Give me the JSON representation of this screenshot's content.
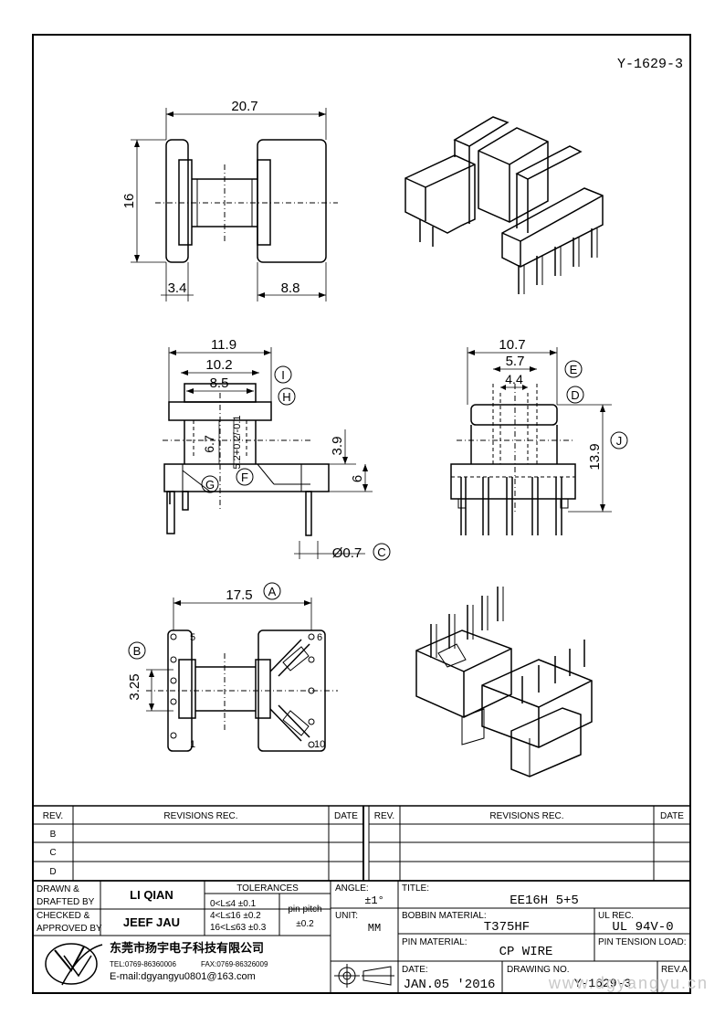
{
  "drawing_id": "Y-1629-3",
  "dimensions": {
    "top_width": "20.7",
    "top_height": "16",
    "top_left_w": "3.4",
    "top_right_w": "8.8",
    "front_w1": "11.9",
    "front_w2": "10.2",
    "front_w3": "8.5",
    "front_v1": "6.7",
    "front_v2": "5.2+0.2/-0.1",
    "front_v3": "3.9",
    "front_v4": "6",
    "pin_dia": "Ø0.7",
    "side_w1": "10.7",
    "side_w2": "5.7",
    "side_w3": "4.4",
    "side_h": "13.9",
    "bottom_w": "17.5",
    "pin_pitch": "3.25",
    "pin_1": "1",
    "pin_5": "5",
    "pin_6": "6",
    "pin_10": "10"
  },
  "callouts": {
    "A": "A",
    "B": "B",
    "C": "C",
    "D": "D",
    "E": "E",
    "F": "F",
    "G": "G",
    "H": "H",
    "I": "I",
    "J": "J"
  },
  "revisions": {
    "headers": {
      "rev": "REV.",
      "rec": "REVISIONS   REC.",
      "date": "DATE"
    },
    "rows": [
      "B",
      "C",
      "D"
    ]
  },
  "title_block": {
    "drawn_label1": "DRAWN &",
    "drawn_label2": "DRAFTED BY",
    "drawn_name": "LI QIAN",
    "checked_label1": "CHECKED &",
    "checked_label2": "APPROVED BY",
    "checked_name": "JEEF JAU",
    "tolerances_label": "TOLERANCES",
    "tol1": "0<L≤4   ±0.1",
    "tol2": "4<L≤16  ±0.2",
    "tol3": "16<L≤63 ±0.3",
    "pin_pitch_label": "pin pitch",
    "pin_pitch_tol": "±0.2",
    "angle_label": "ANGLE:",
    "angle_value": "±1°",
    "unit_label": "UNIT:",
    "unit_value": "MM",
    "title_label": "TITLE:",
    "title_value": "EE16H 5+5",
    "bobbin_label": "BOBBIN MATERIAL:",
    "bobbin_value": "T375HF",
    "ul_label": "UL REC.",
    "ul_value": "UL 94V-0",
    "pin_mat_label": "PIN MATERIAL:",
    "pin_mat_value": "CP WIRE",
    "pin_tension_label": "PIN TENSION LOAD:",
    "date_label": "DATE:",
    "date_value": "JAN.05 '2016",
    "drawing_no_label": "DRAWING NO.",
    "drawing_no_value": "Y-1629-3",
    "rev_label": "REV.A",
    "company_name": "东莞市扬宇电子科技有限公司",
    "tel": "TEL:0769-86360006",
    "fax": "FAX:0769-86326009",
    "email": "E-mail:dgyangyu0801@163.com",
    "watermark": "www.dgyangyu.cn"
  }
}
